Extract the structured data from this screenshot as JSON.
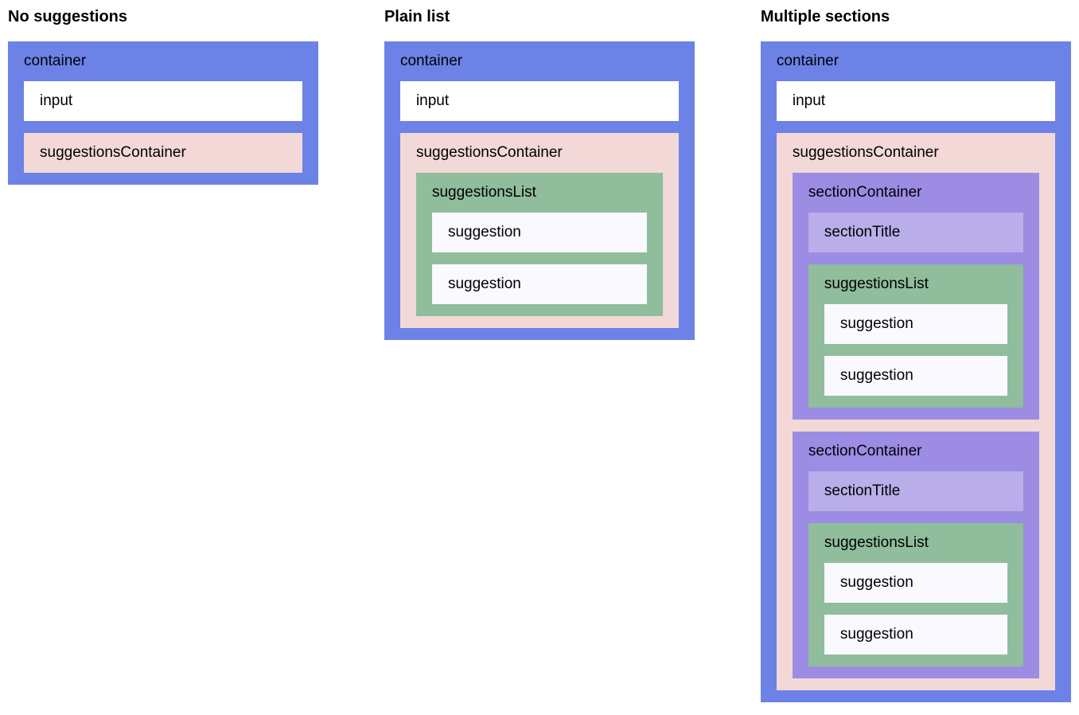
{
  "headings": {
    "no_suggestions": "No suggestions",
    "plain_list": "Plain list",
    "multiple_sections": "Multiple sections"
  },
  "labels": {
    "container": "container",
    "input": "input",
    "suggestionsContainer": "suggestionsContainer",
    "suggestionsList": "suggestionsList",
    "suggestion": "suggestion",
    "sectionContainer": "sectionContainer",
    "sectionTitle": "sectionTitle"
  },
  "colors": {
    "container": "#6c82e6",
    "input": "#ffffff",
    "suggestionsContainer": "#f2d9d7",
    "suggestionsList": "#90bd9c",
    "suggestion": "#faf9ff",
    "sectionContainer": "#9d8ce4",
    "sectionTitle": "#b9aeea",
    "page_background": "#ffffff",
    "text": "#000000"
  }
}
